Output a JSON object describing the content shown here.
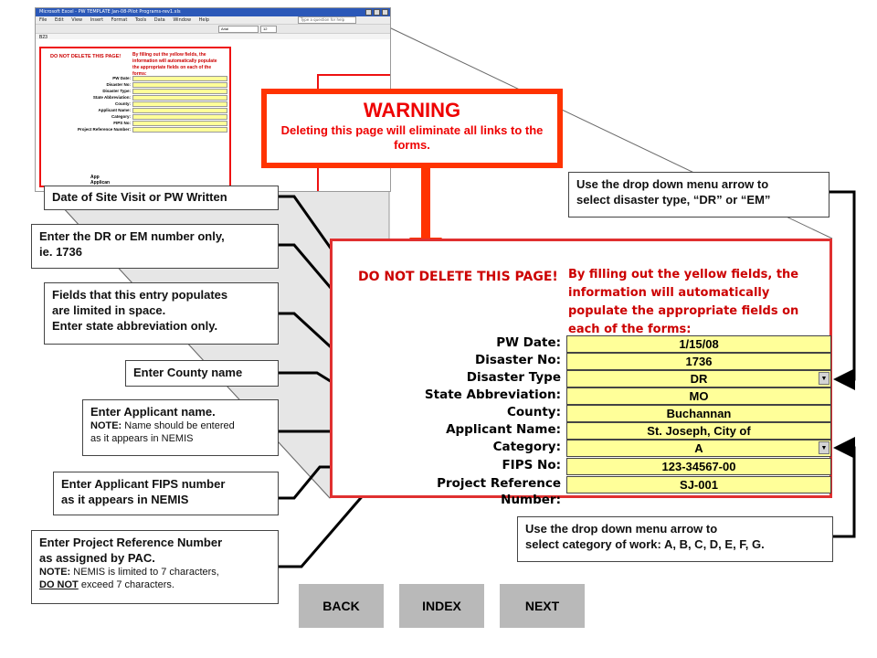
{
  "excel": {
    "title": "Microsoft Excel - PW TEMPLATE Jan-08-Pilot Programs-rev1.xls",
    "menu": [
      "File",
      "Edit",
      "View",
      "Insert",
      "Format",
      "Tools",
      "Data",
      "Window",
      "Help"
    ],
    "help_placeholder": "Type a question for help",
    "font_name": "Arial",
    "font_size": "12",
    "cell_ref": "B23",
    "sheet_heading": "DO NOT DELETE THIS PAGE!",
    "sheet_note": "By filling out the yellow fields, the information will automatically populate the appropriate fields on each of the forms:",
    "rows": [
      "PW Date:",
      "Disaster No:",
      "Disaster Type:",
      "State Abbreviation:",
      "County:",
      "Applicant Name:",
      "Category:",
      "FIPS No:",
      "Project Reference Number:"
    ],
    "stub_lines": [
      "App",
      "Applican"
    ]
  },
  "warning": {
    "title": "WARNING",
    "body": "Deleting this page will eliminate all links to the forms."
  },
  "form": {
    "heading": "DO NOT DELETE THIS PAGE!",
    "note": "By filling out the yellow fields, the information will automatically populate the appropriate fields on each of the forms:",
    "fields": [
      {
        "label": "PW Date:",
        "value": "1/15/08"
      },
      {
        "label": "Disaster No:",
        "value": "1736"
      },
      {
        "label": "Disaster Type",
        "value": "DR"
      },
      {
        "label": "State Abbreviation:",
        "value": "MO"
      },
      {
        "label": "County:",
        "value": "Buchannan"
      },
      {
        "label": "Applicant Name:",
        "value": "St. Joseph, City of"
      },
      {
        "label": "Category:",
        "value": "A"
      },
      {
        "label": "FIPS No:",
        "value": "123-34567-00"
      },
      {
        "label": "Project Reference Number:",
        "value": "SJ-001"
      }
    ]
  },
  "callouts": {
    "date": "Date of Site Visit or PW Written",
    "dr_line1": "Enter the DR or EM number only,",
    "dr_line2": "ie.  1736",
    "state_line1": "Fields that this entry populates",
    "state_line2": "are limited in space.",
    "state_line3": "Enter state abbreviation only.",
    "county": "Enter County name",
    "applicant_line1": "Enter Applicant name.",
    "applicant_note_label": "NOTE:",
    "applicant_note_line1": " Name should be entered",
    "applicant_note_line2": "as it appears in NEMIS",
    "fips_line1": "Enter Applicant FIPS number",
    "fips_line2": "as it appears in NEMIS",
    "prn_line1": "Enter Project Reference Number",
    "prn_line2": "as assigned by PAC.",
    "prn_note_label": "NOTE:",
    "prn_note_line1": " NEMIS is limited to 7 characters,",
    "prn_note_underlined": "DO NOT",
    "prn_note_line2": " exceed 7 characters.",
    "disaster_type_line1": "Use the drop down menu arrow to",
    "disaster_type_line2": "select disaster type, “DR” or “EM”",
    "category_line1": "Use the drop down menu arrow to",
    "category_line2": "select category of work: A, B, C, D, E, F, G."
  },
  "nav": {
    "back": "BACK",
    "index": "INDEX",
    "next": "NEXT"
  },
  "colors": {
    "warning": "#ff3300",
    "field": "#ffff99",
    "form_border": "#e03030",
    "nav": "#b9b9b9"
  }
}
